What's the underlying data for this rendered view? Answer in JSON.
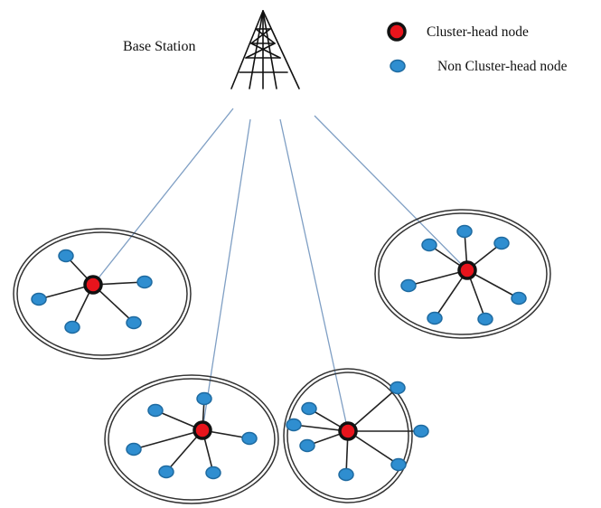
{
  "base_station": {
    "label": "Base Station"
  },
  "legend": {
    "items": [
      {
        "label": "Cluster-head node",
        "role": "cluster-head"
      },
      {
        "label": "Non Cluster-head node",
        "role": "member"
      }
    ]
  },
  "colors": {
    "cluster_head_fill": "#e8141c",
    "cluster_head_stroke": "#111111",
    "member_fill": "#2f8ed0",
    "member_stroke": "#1e6aa0",
    "uplink": "#7f9fc4",
    "edge": "#222222",
    "boundary": "#333333"
  },
  "clusters": [
    {
      "name": "left",
      "member_count": 5
    },
    {
      "name": "right",
      "member_count": 7
    },
    {
      "name": "bottom-middle",
      "member_count": 6
    },
    {
      "name": "bottom-right",
      "member_count": 7
    }
  ]
}
